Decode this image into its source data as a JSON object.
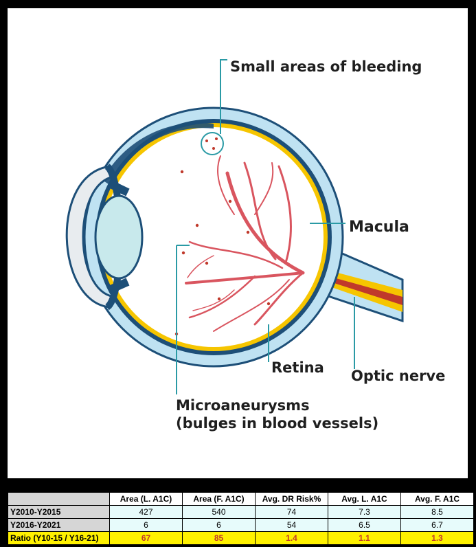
{
  "labels": {
    "bleeding": "Small areas of bleeding",
    "macula": "Macula",
    "retina": "Retina",
    "optic_nerve": "Optic nerve",
    "microaneurysms_1": "Microaneurysms",
    "microaneurysms_2": "(bulges in blood vessels)"
  },
  "colors": {
    "eye_outer": "#bfe2f2",
    "eye_outline": "#1d4f78",
    "lens": "#c8e9ec",
    "retina_band": "#f6c500",
    "vessels": "#d9555f",
    "leader_lines": "#2a9aa5",
    "ratio_text": "#c0392b",
    "ratio_fill": "#fff100"
  },
  "table": {
    "corner": "",
    "headers": [
      "Area (L. A1C)",
      "Area (F. A1C)",
      "Avg. DR Risk%",
      "Avg. L. A1C",
      "Avg. F.  A1C"
    ],
    "rows": [
      {
        "label": "Y2010-Y2015",
        "values": [
          "427",
          "540",
          "74",
          "7.3",
          "8.5"
        ]
      },
      {
        "label": "Y2016-Y2021",
        "values": [
          "6",
          "6",
          "54",
          "6.5",
          "6.7"
        ]
      },
      {
        "label": "Ratio (Y10-15 / Y16-21)",
        "values": [
          "67",
          "85",
          "1.4",
          "1.1",
          "1.3"
        ]
      }
    ]
  }
}
